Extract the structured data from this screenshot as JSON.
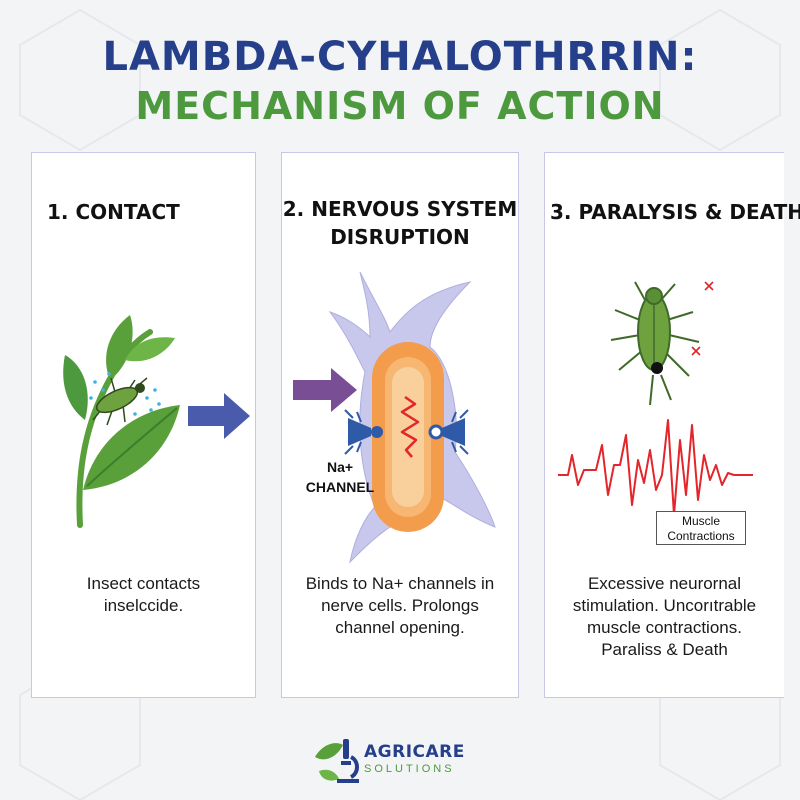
{
  "title": {
    "line1": "LAMBDA-CYHALOTHRRIN:",
    "line2": "MECHANISM OF ACTION"
  },
  "panels": [
    {
      "heading": "1. CONTACT",
      "description": [
        "Insect contacts",
        "inselccide."
      ]
    },
    {
      "heading_lines": [
        "2. NERVOUS SYSTEM",
        "DISRUPTION"
      ],
      "description": [
        "Binds to Na+ channels in",
        "nerve cells. Prolongs",
        "channel opening."
      ],
      "label_lines": [
        "Na+",
        "CHANNEL"
      ]
    },
    {
      "heading": "3. PARALYSIS & DEATH",
      "description": [
        "Excessive neurornal",
        "stimulation. Uncorıtrable",
        "muscle contractions.",
        "Paraliss & Death"
      ],
      "callout_lines": [
        "Muscle",
        "Contractions"
      ]
    }
  ],
  "logo": {
    "name": "AGRICARE",
    "sub": "SOLUTIONS"
  },
  "colors": {
    "title_blue": "#253f8a",
    "title_green": "#4c9a3d",
    "arrow_blue": "#4a5bab",
    "arrow_purple": "#7a4e94",
    "signal_red": "#e2262b",
    "neuron": "#c8c7ec",
    "cell_orange": "#f29c4c"
  },
  "icons": [
    "plant-icon",
    "insect-icon",
    "arrow-right-icon",
    "neuron-icon",
    "sodium-channel-icon",
    "dead-insect-icon",
    "x-mark-icon",
    "signal-waveform-icon",
    "microscope-leaf-logo-icon"
  ]
}
